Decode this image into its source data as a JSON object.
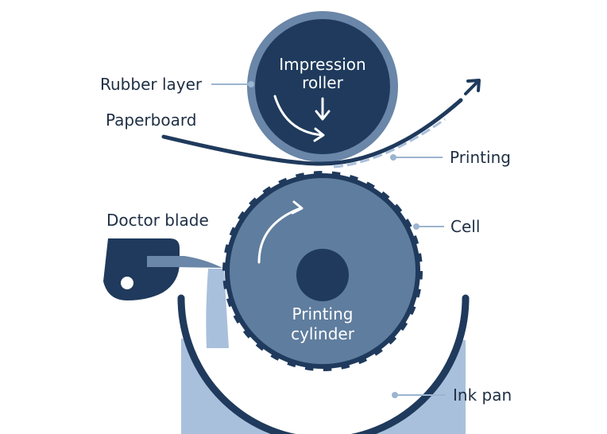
{
  "labels": {
    "impression_roller_line1": "Impression",
    "impression_roller_line2": "roller",
    "rubber_layer": "Rubber layer",
    "paperboard": "Paperboard",
    "printing": "Printing",
    "doctor_blade": "Doctor blade",
    "cell": "Cell",
    "printing_cylinder_line1": "Printing",
    "printing_cylinder_line2": "cylinder",
    "ink": "Ink",
    "ink_pan": "Ink pan"
  },
  "colors": {
    "navy": "#1f3a5c",
    "rubber": "#6a86a8",
    "cylinder": "#5f7d9e",
    "ink": "#a9c0dc",
    "leader": "#9cb5cf",
    "text": "#1f2f44"
  }
}
